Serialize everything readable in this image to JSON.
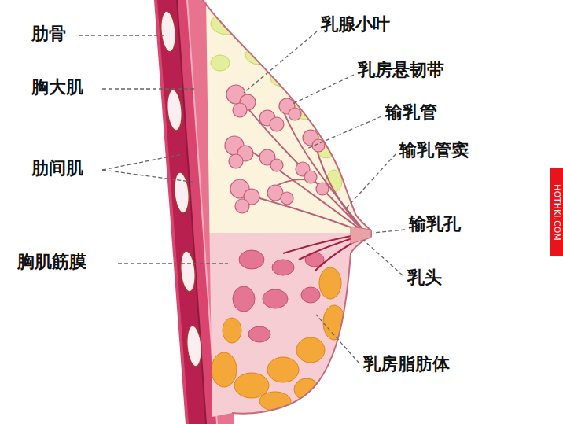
{
  "diagram": {
    "labels": [
      "肋骨",
      "胸大肌",
      "肋间肌",
      "胸肌筋膜",
      "乳腺小叶",
      "乳房悬韧带",
      "输乳管",
      "输乳管窦",
      "输乳孔",
      "乳头",
      "乳房脂肪体",
      "HOTHKI.COM"
    ]
  }
}
